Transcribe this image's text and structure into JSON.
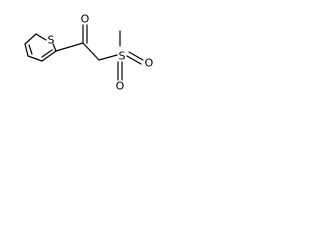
{
  "molecule": {
    "atom_labels": {
      "carbonyl_oxygen": "O",
      "thiophene_sulfur": "S",
      "sulfonyl_sulfur": "S",
      "sulfonyl_oxygen_right": "O",
      "sulfonyl_oxygen_bottom": "O"
    }
  },
  "colors": {
    "bond": "#000000",
    "label": "#000000",
    "background": "#ffffff"
  }
}
